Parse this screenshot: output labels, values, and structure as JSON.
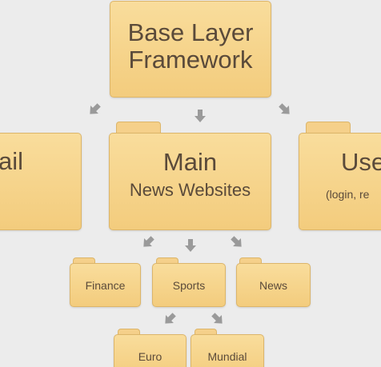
{
  "diagram": {
    "root": {
      "line1": "Base Layer",
      "line2": "Framework"
    },
    "left_partial": {
      "label": "ail"
    },
    "main": {
      "title": "Main",
      "subtitle": "News Websites"
    },
    "right_partial": {
      "title": "Use",
      "subtitle": "(login, re"
    },
    "level3": {
      "finance": "Finance",
      "sports": "Sports",
      "news": "News"
    },
    "level4": {
      "euro": "Euro",
      "mundial": "Mundial"
    }
  },
  "colors": {
    "background": "#ececec",
    "box_fill": "#f5d08a",
    "box_border": "#dcb56a",
    "text": "#5a4a3a",
    "arrow": "#9a9a9a"
  },
  "icons": [
    "arrow-down-icon",
    "arrow-down-left-icon",
    "arrow-down-right-icon"
  ]
}
